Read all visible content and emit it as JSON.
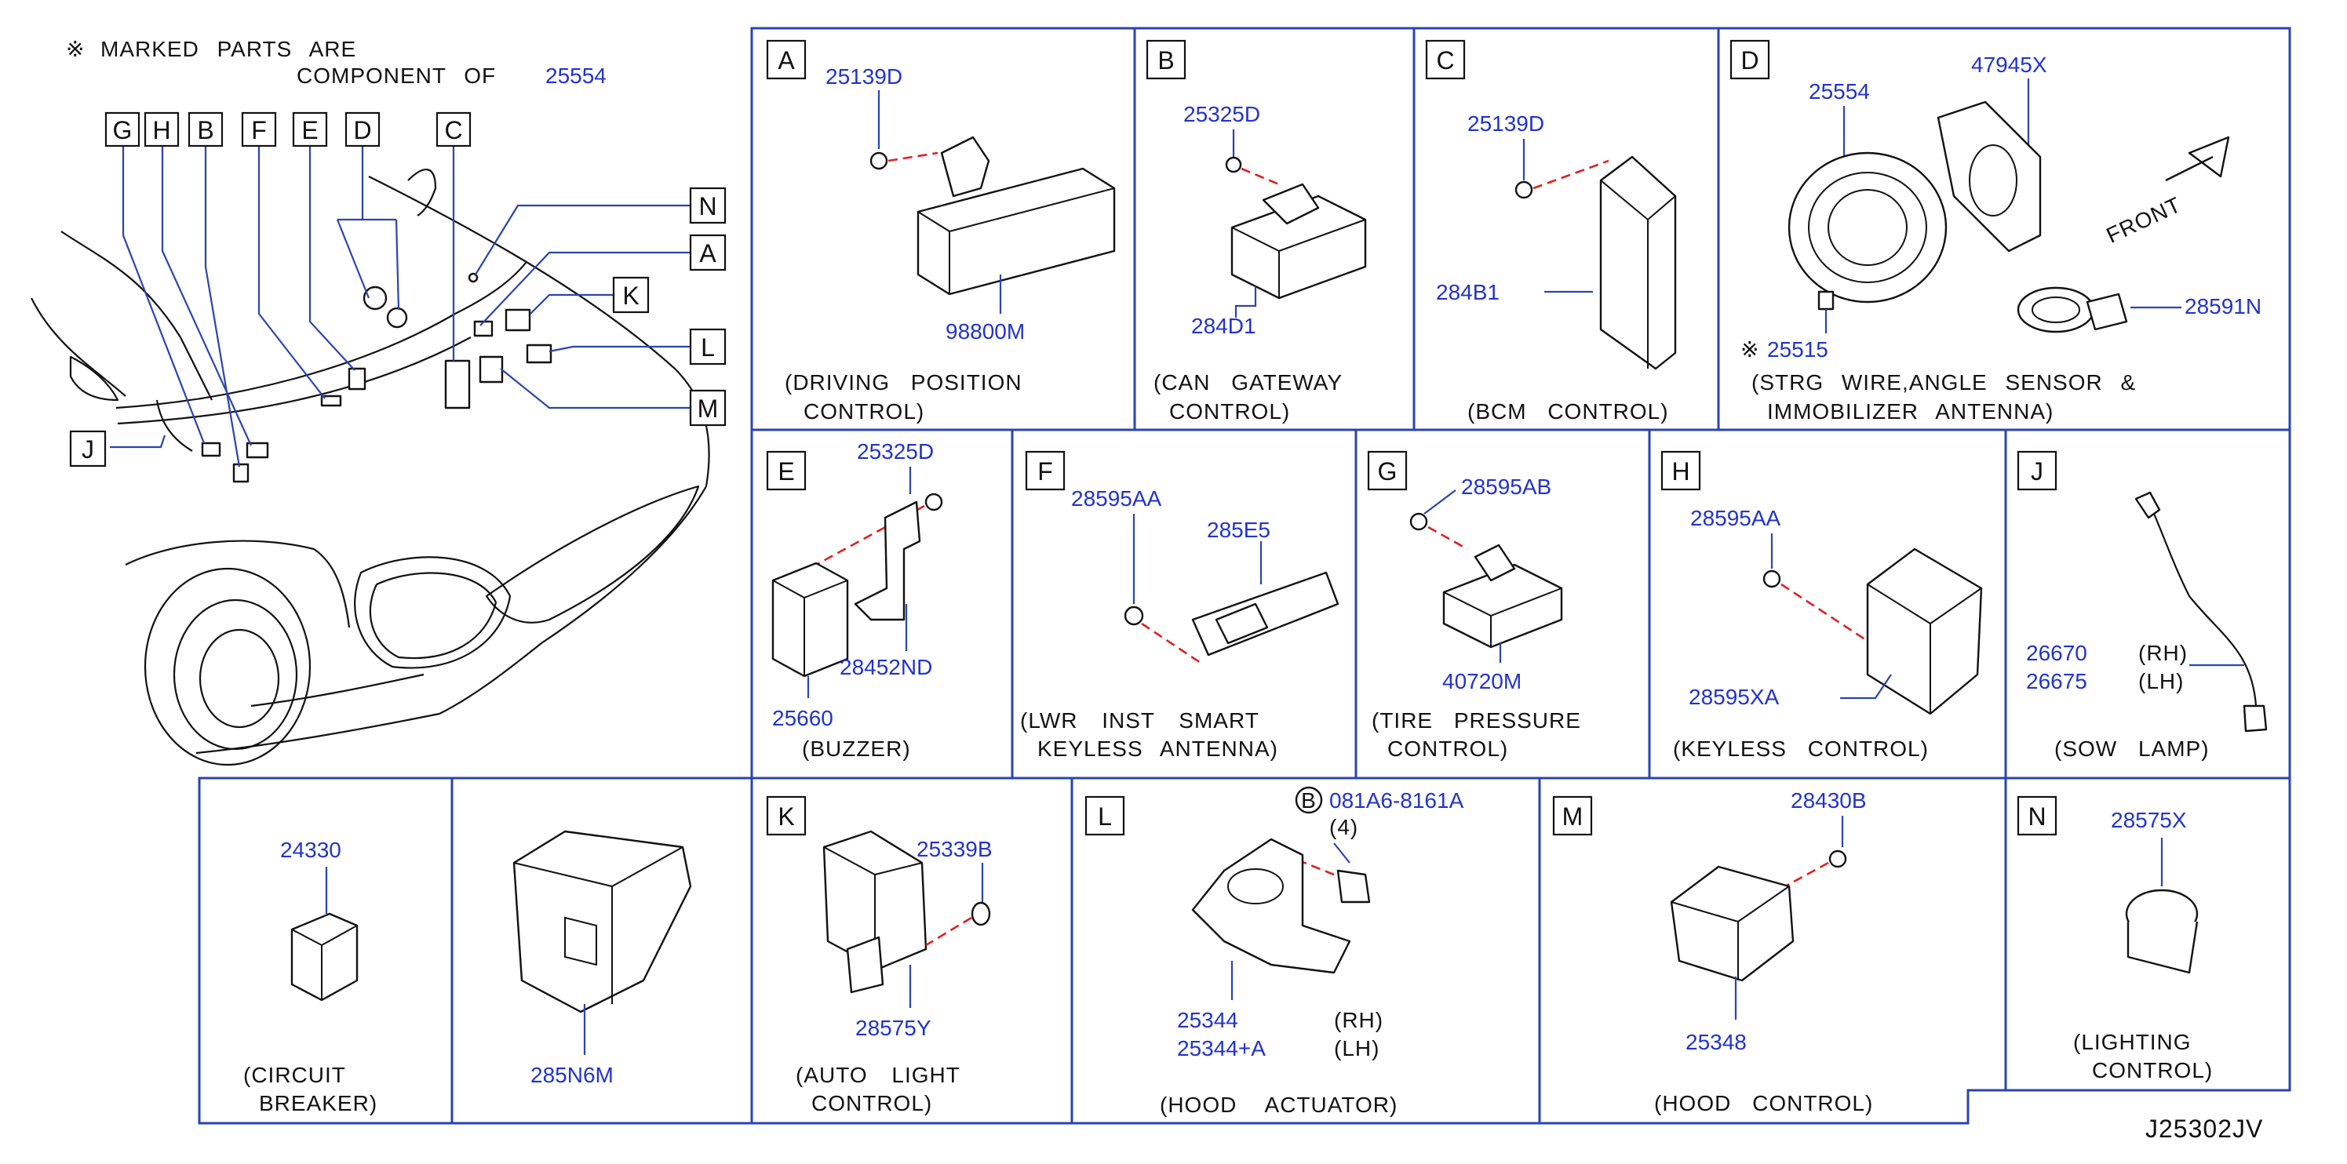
{
  "header": {
    "mark_symbol": "※",
    "note_line1": "MARKED PARTS ARE",
    "note_line2": "COMPONENT OF",
    "note_part": "25554"
  },
  "overview": {
    "top_callouts": [
      "G",
      "H",
      "B",
      "F",
      "E",
      "D",
      "C"
    ],
    "right_callouts": [
      "N",
      "A",
      "K",
      "L",
      "M"
    ],
    "left_callouts": [
      "J"
    ]
  },
  "panels": {
    "A": {
      "letter": "A",
      "parts": [
        "25139D",
        "98800M"
      ],
      "caption": [
        "(DRIVING POSITION",
        "CONTROL)"
      ]
    },
    "B": {
      "letter": "B",
      "parts": [
        "25325D",
        "284D1"
      ],
      "caption": [
        "(CAN GATEWAY",
        "CONTROL)"
      ]
    },
    "C": {
      "letter": "C",
      "parts": [
        "25139D",
        "284B1"
      ],
      "caption": [
        "(BCM CONTROL)"
      ]
    },
    "D": {
      "letter": "D",
      "parts": [
        "25554",
        "47945X",
        "28591N",
        "25515"
      ],
      "front": "FRONT",
      "caption": [
        "(STRG WIRE,ANGLE SENSOR &",
        "IMMOBILIZER ANTENNA)"
      ]
    },
    "E": {
      "letter": "E",
      "parts": [
        "25325D",
        "28452ND",
        "25660"
      ],
      "caption": [
        "(BUZZER)"
      ]
    },
    "F": {
      "letter": "F",
      "parts": [
        "28595AA",
        "285E5"
      ],
      "caption": [
        "(LWR INST SMART",
        "KEYLESS ANTENNA)"
      ]
    },
    "G": {
      "letter": "G",
      "parts": [
        "28595AB",
        "40720M"
      ],
      "caption": [
        "(TIRE PRESSURE",
        "CONTROL)"
      ]
    },
    "H": {
      "letter": "H",
      "parts": [
        "28595AA",
        "28595XA"
      ],
      "caption": [
        "(KEYLESS CONTROL)"
      ]
    },
    "J": {
      "letter": "J",
      "parts": [
        "26670",
        "26675"
      ],
      "sides": [
        "(RH)",
        "(LH)"
      ],
      "caption": [
        "(SOW LAMP)"
      ]
    },
    "CB": {
      "parts": [
        "24330"
      ],
      "caption": [
        "(CIRCUIT",
        "BREAKER)"
      ]
    },
    "P285": {
      "parts": [
        "285N6M"
      ]
    },
    "K": {
      "letter": "K",
      "parts": [
        "25339B",
        "28575Y"
      ],
      "caption": [
        "(AUTO LIGHT",
        "CONTROL)"
      ]
    },
    "L": {
      "letter": "L",
      "bolt_marker": "B",
      "parts": [
        "081A6-8161A",
        "25344",
        "25344+A"
      ],
      "qty": "(4)",
      "sides": [
        "(RH)",
        "(LH)"
      ],
      "caption": [
        "(HOOD ACTUATOR)"
      ]
    },
    "M": {
      "letter": "M",
      "parts": [
        "28430B",
        "25348"
      ],
      "caption": [
        "(HOOD CONTROL)"
      ]
    },
    "N": {
      "letter": "N",
      "parts": [
        "28575X"
      ],
      "caption": [
        "(LIGHTING",
        "CONTROL)"
      ]
    }
  },
  "footer": {
    "code": "J25302JV"
  },
  "colors": {
    "part_number": "#2233cc",
    "leader": "#2a44b0",
    "dashed_leader": "#e02020",
    "line": "#111111"
  }
}
